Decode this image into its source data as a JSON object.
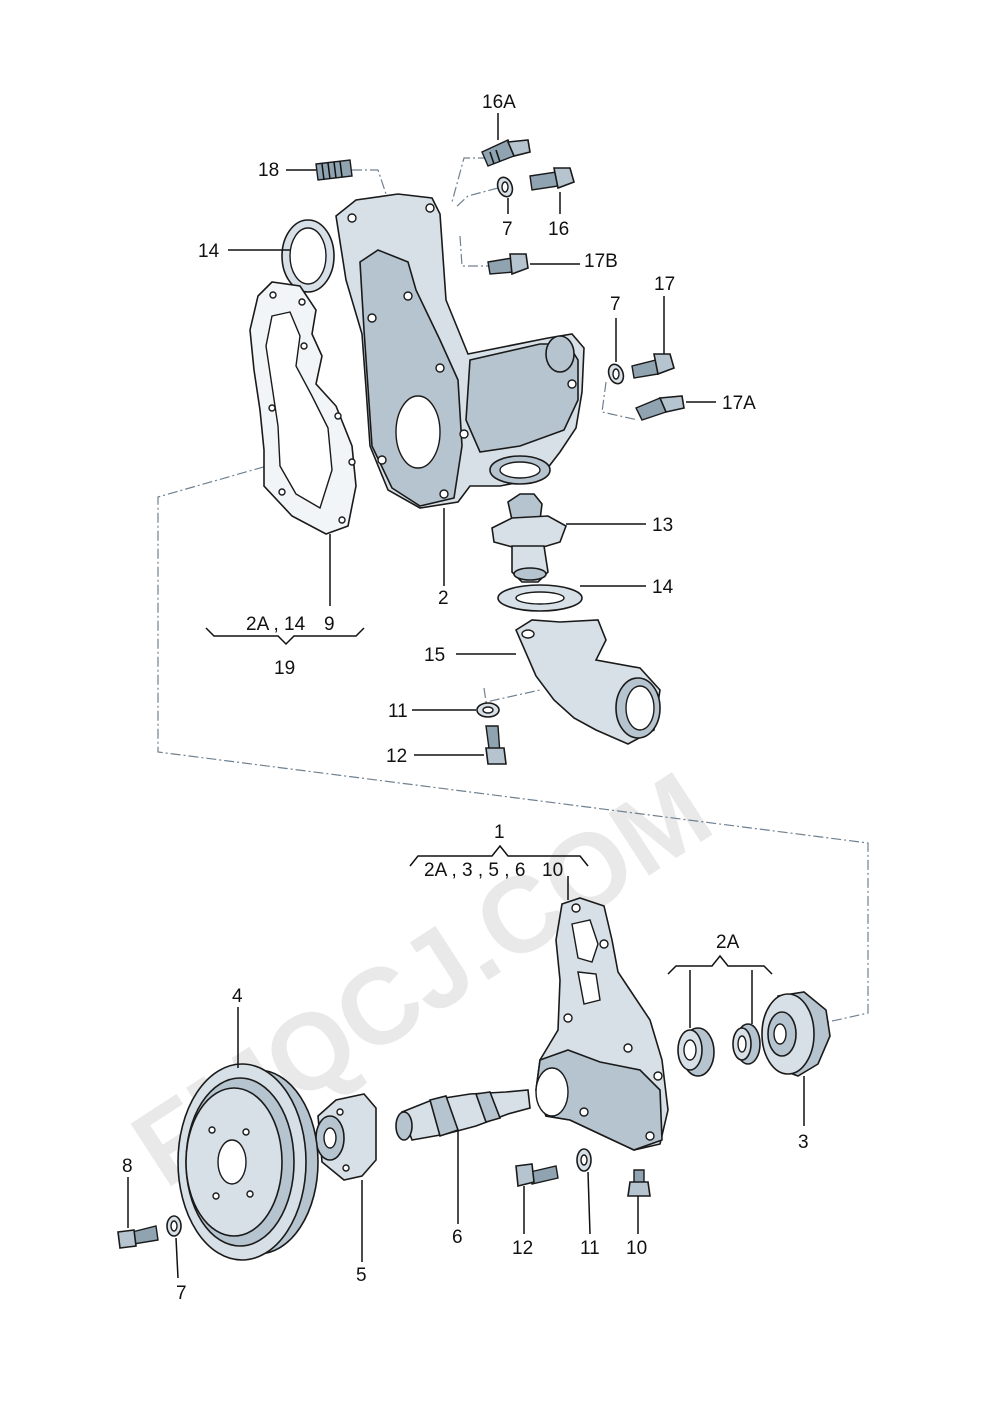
{
  "watermark": "FMQCJ.COM",
  "labels": {
    "l16A": "16A",
    "l18": "18",
    "l7a": "7",
    "l16": "16",
    "l14a": "14",
    "l17B": "17B",
    "l7b": "7",
    "l17": "17",
    "l17A": "17A",
    "l13": "13",
    "l14b": "14",
    "l2": "2",
    "l9": "9",
    "g2A14": "2A , 14",
    "l19": "19",
    "l15": "15",
    "l11a": "11",
    "l12a": "12",
    "l1": "1",
    "g2A356": "2A , 3 , 5 , 6",
    "l10a": "10",
    "g2A": "2A",
    "l4": "4",
    "l3": "3",
    "l8": "8",
    "l6": "6",
    "l12b": "12",
    "l11b": "11",
    "l10b": "10",
    "l5": "5",
    "l7c": "7"
  },
  "colors": {
    "part_fill": "#d6e0e6",
    "part_shade": "#b5c4ce",
    "outline": "#1a1a1a",
    "dash_line": "#6f8190",
    "watermark": "#e9e9e9"
  }
}
